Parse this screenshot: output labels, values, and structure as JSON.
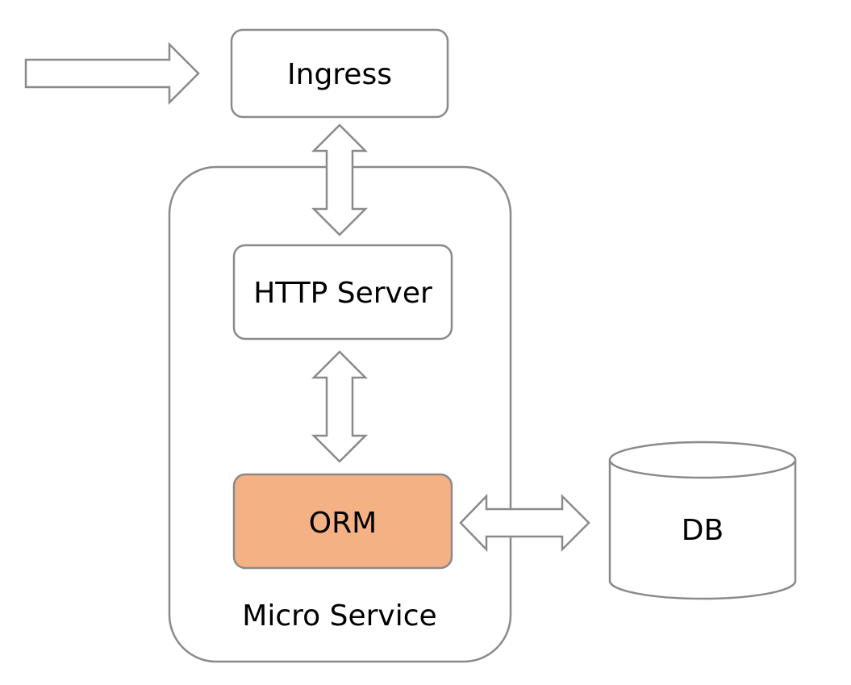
{
  "diagram": {
    "nodes": {
      "ingress": {
        "label": "Ingress"
      },
      "http_server": {
        "label": "HTTP Server"
      },
      "orm": {
        "label": "ORM"
      },
      "db": {
        "label": "DB"
      },
      "micro_service": {
        "label": "Micro Service"
      }
    },
    "colors": {
      "stroke": "#8a8a8a",
      "box_fill": "#ffffff",
      "orm_fill": "#f4b183",
      "text": "#000000"
    },
    "edges": [
      {
        "from": "external",
        "to": "ingress",
        "direction": "one-way"
      },
      {
        "from": "ingress",
        "to": "http_server",
        "direction": "two-way"
      },
      {
        "from": "http_server",
        "to": "orm",
        "direction": "two-way"
      },
      {
        "from": "orm",
        "to": "db",
        "direction": "two-way"
      }
    ]
  }
}
